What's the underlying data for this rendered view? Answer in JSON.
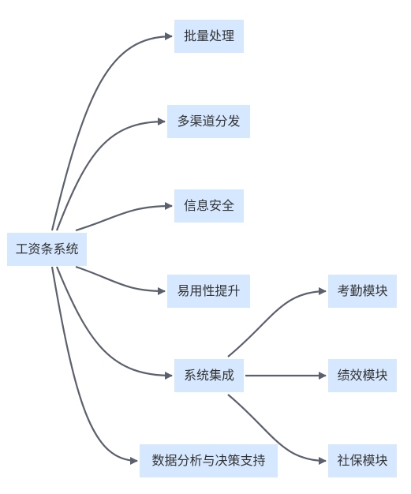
{
  "colors": {
    "node_fill": "#d6e8ff",
    "edge": "#5a616d",
    "text": "#333333"
  },
  "nodes": {
    "root": "工资条系统",
    "batch": "批量处理",
    "channels": "多渠道分发",
    "security": "信息安全",
    "usability": "易用性提升",
    "integration": "系统集成",
    "analytics": "数据分析与决策支持",
    "attendance": "考勤模块",
    "performance": "绩效模块",
    "social": "社保模块"
  },
  "edges": [
    {
      "from": "root",
      "to": "batch"
    },
    {
      "from": "root",
      "to": "channels"
    },
    {
      "from": "root",
      "to": "security"
    },
    {
      "from": "root",
      "to": "usability"
    },
    {
      "from": "root",
      "to": "integration"
    },
    {
      "from": "root",
      "to": "analytics"
    },
    {
      "from": "integration",
      "to": "attendance"
    },
    {
      "from": "integration",
      "to": "performance"
    },
    {
      "from": "integration",
      "to": "social"
    }
  ]
}
